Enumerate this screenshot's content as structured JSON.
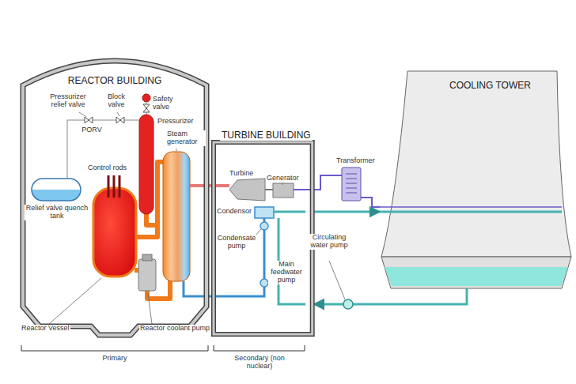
{
  "diagram": {
    "nodes": [
      {
        "text": [
          "REACTOR BUILDING"
        ]
      },
      {
        "text": [
          "TURBINE BUILDING"
        ]
      },
      {
        "text": [
          "COOLING TOWER"
        ]
      }
    ],
    "edges": [
      {
        "from": 1,
        "to": 2,
        "arrow": "to"
      },
      {
        "from": 2,
        "to": 1,
        "arrow": "to"
      }
    ],
    "labels": [
      "Pressurizer relief valve",
      "Block valve",
      "Safety valve",
      "Pressurizer",
      "Steam generator",
      "PORV",
      "Control rods",
      "Relief valve quench tank",
      "Reactor Vessel",
      "Reactor coolant pump",
      "Turbine",
      "Generator",
      "Transformer",
      "Condensor",
      "Condensate pump",
      "Main feedwater pump",
      "Circulating water pump",
      "Primary",
      "Secondary (non nuclear)"
    ]
  }
}
